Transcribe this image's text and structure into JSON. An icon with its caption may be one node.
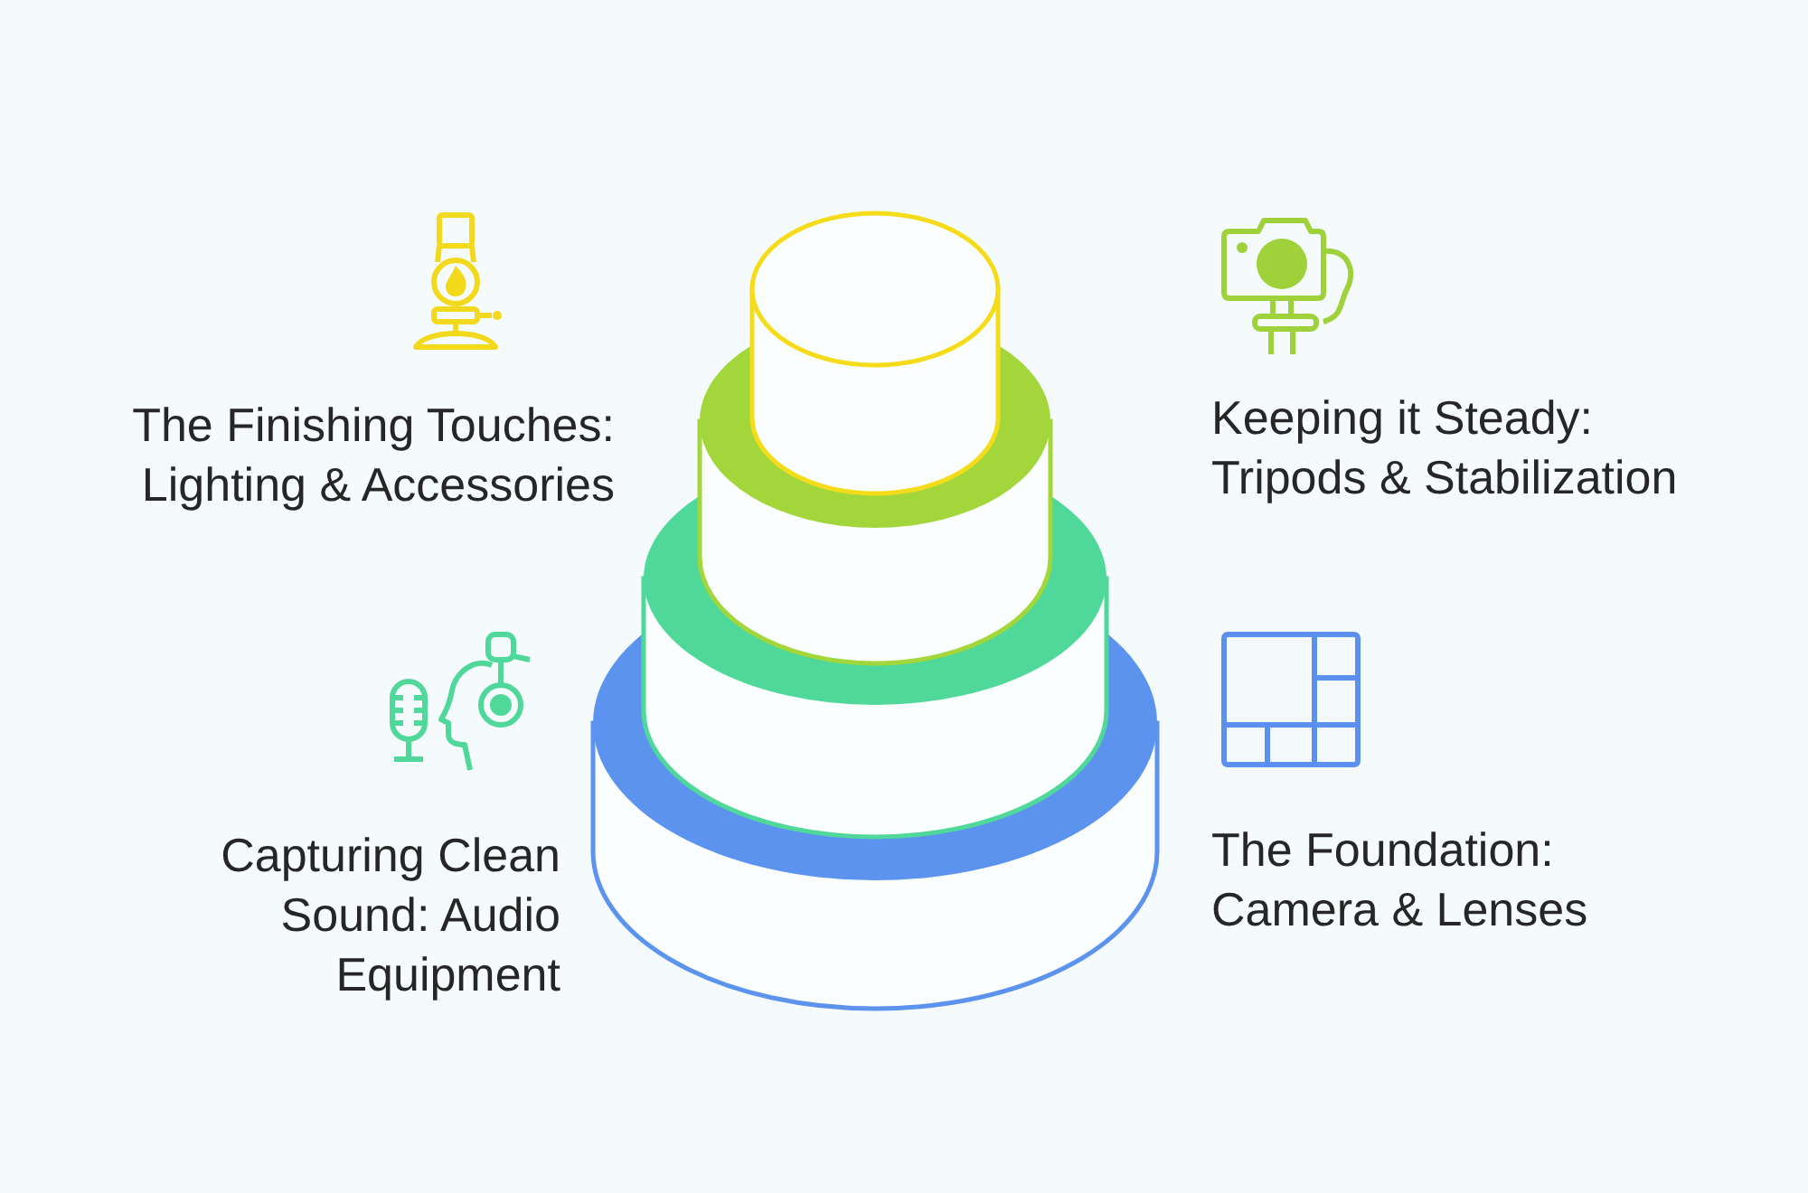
{
  "diagram": {
    "labels": [
      "The Finishing Touches: Lighting & Accessories",
      "Keeping it Steady: Tripods & Stabilization",
      "Capturing Clean Sound: Audio Equipment",
      "The Foundation: Camera & Lenses"
    ]
  }
}
